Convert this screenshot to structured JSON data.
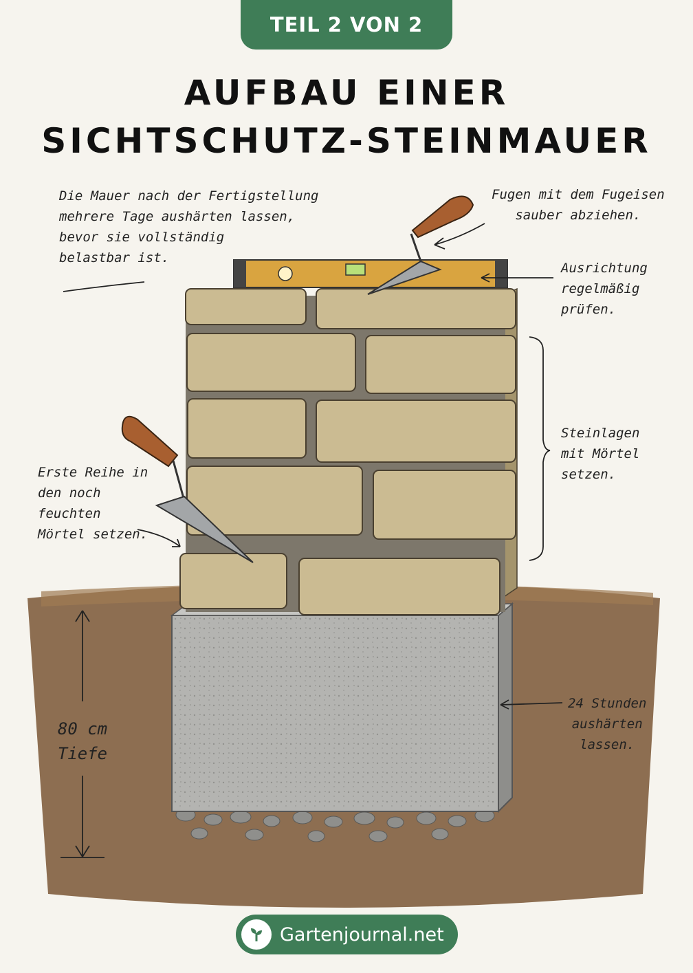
{
  "badge": "TEIL 2 VON 2",
  "title": {
    "line1": "AUFBAU EINER",
    "line2": "SICHTSCHUTZ-STEINMAUER"
  },
  "notes": {
    "cure_wall": [
      "Die Mauer nach der Fertigstellung",
      "mehrere Tage aushärten lassen,",
      "bevor sie vollständig",
      "belastbar ist."
    ],
    "joints": [
      "Fugen mit dem Fugeisen",
      "sauber abziehen."
    ],
    "alignment": [
      "Ausrichtung",
      "regelmäßig",
      "prüfen."
    ],
    "courses": [
      "Steinlagen",
      "mit Mörtel",
      "setzen."
    ],
    "first_row": [
      "Erste Reihe in",
      "den noch",
      "feuchten",
      "Mörtel setzen."
    ],
    "cure_foundation": [
      "24 Stunden",
      "aushärten",
      "lassen."
    ],
    "depth": [
      "80 cm",
      "Tiefe"
    ]
  },
  "footer": {
    "site": "Gartenjournal.net"
  },
  "colors": {
    "brand_green": "#3f7d57",
    "stone": "#cbbb92",
    "concrete": "#b4b4b1",
    "soil": "#6b4a2c"
  }
}
